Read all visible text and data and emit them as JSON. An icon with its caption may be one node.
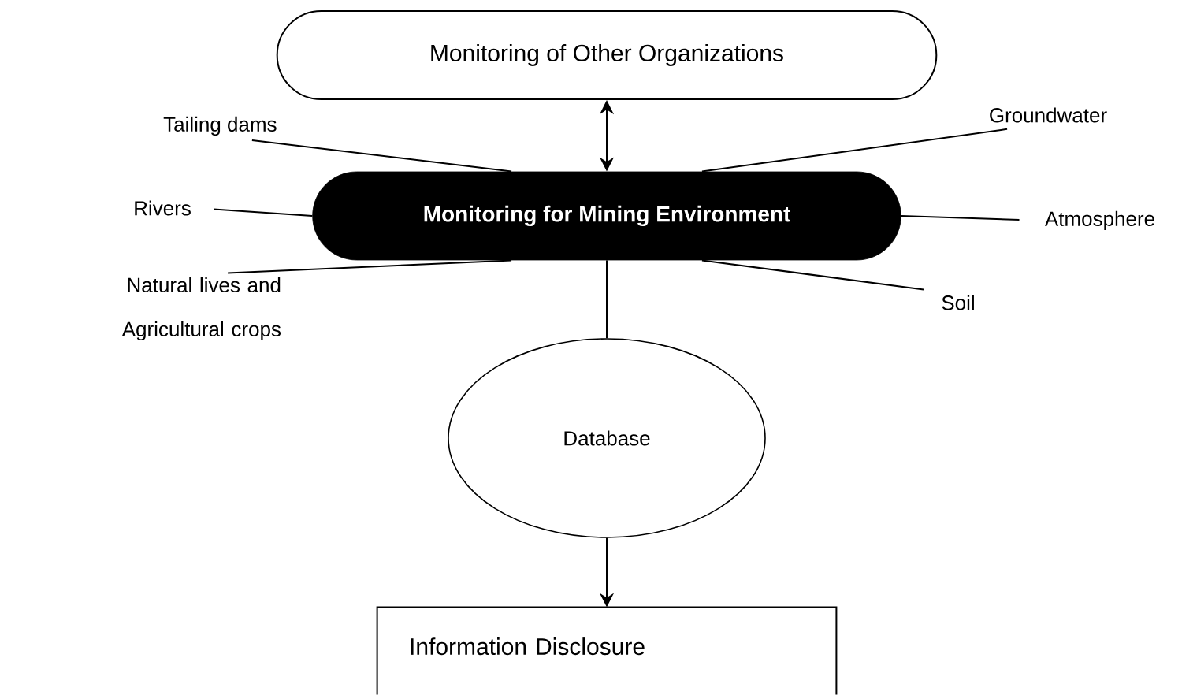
{
  "diagram": {
    "nodes": [
      {
        "text": [
          "Monitoring of Other Organizations"
        ]
      },
      {
        "text": [
          "Monitoring for Mining Environment"
        ]
      },
      {
        "text": [
          "Tailing dams"
        ]
      },
      {
        "text": [
          "Groundwater"
        ]
      },
      {
        "text": [
          "Rivers"
        ]
      },
      {
        "text": [
          "Atmosphere"
        ]
      },
      {
        "text": [
          "Natural lives and Agricultural crops"
        ]
      },
      {
        "text": [
          "Soil"
        ]
      },
      {
        "text": [
          "Database"
        ]
      },
      {
        "text": [
          "Information Disclosure"
        ]
      }
    ],
    "edges": [
      {
        "from": 0,
        "to": 1,
        "arrow": "both"
      },
      {
        "from": 2,
        "to": 1,
        "arrow": "none"
      },
      {
        "from": 3,
        "to": 1,
        "arrow": "none"
      },
      {
        "from": 4,
        "to": 1,
        "arrow": "none"
      },
      {
        "from": 5,
        "to": 1,
        "arrow": "none"
      },
      {
        "from": 6,
        "to": 1,
        "arrow": "none"
      },
      {
        "from": 7,
        "to": 1,
        "arrow": "none"
      },
      {
        "from": 1,
        "to": 8,
        "arrow": "none"
      },
      {
        "from": 8,
        "to": 9,
        "arrow": "to"
      }
    ]
  }
}
